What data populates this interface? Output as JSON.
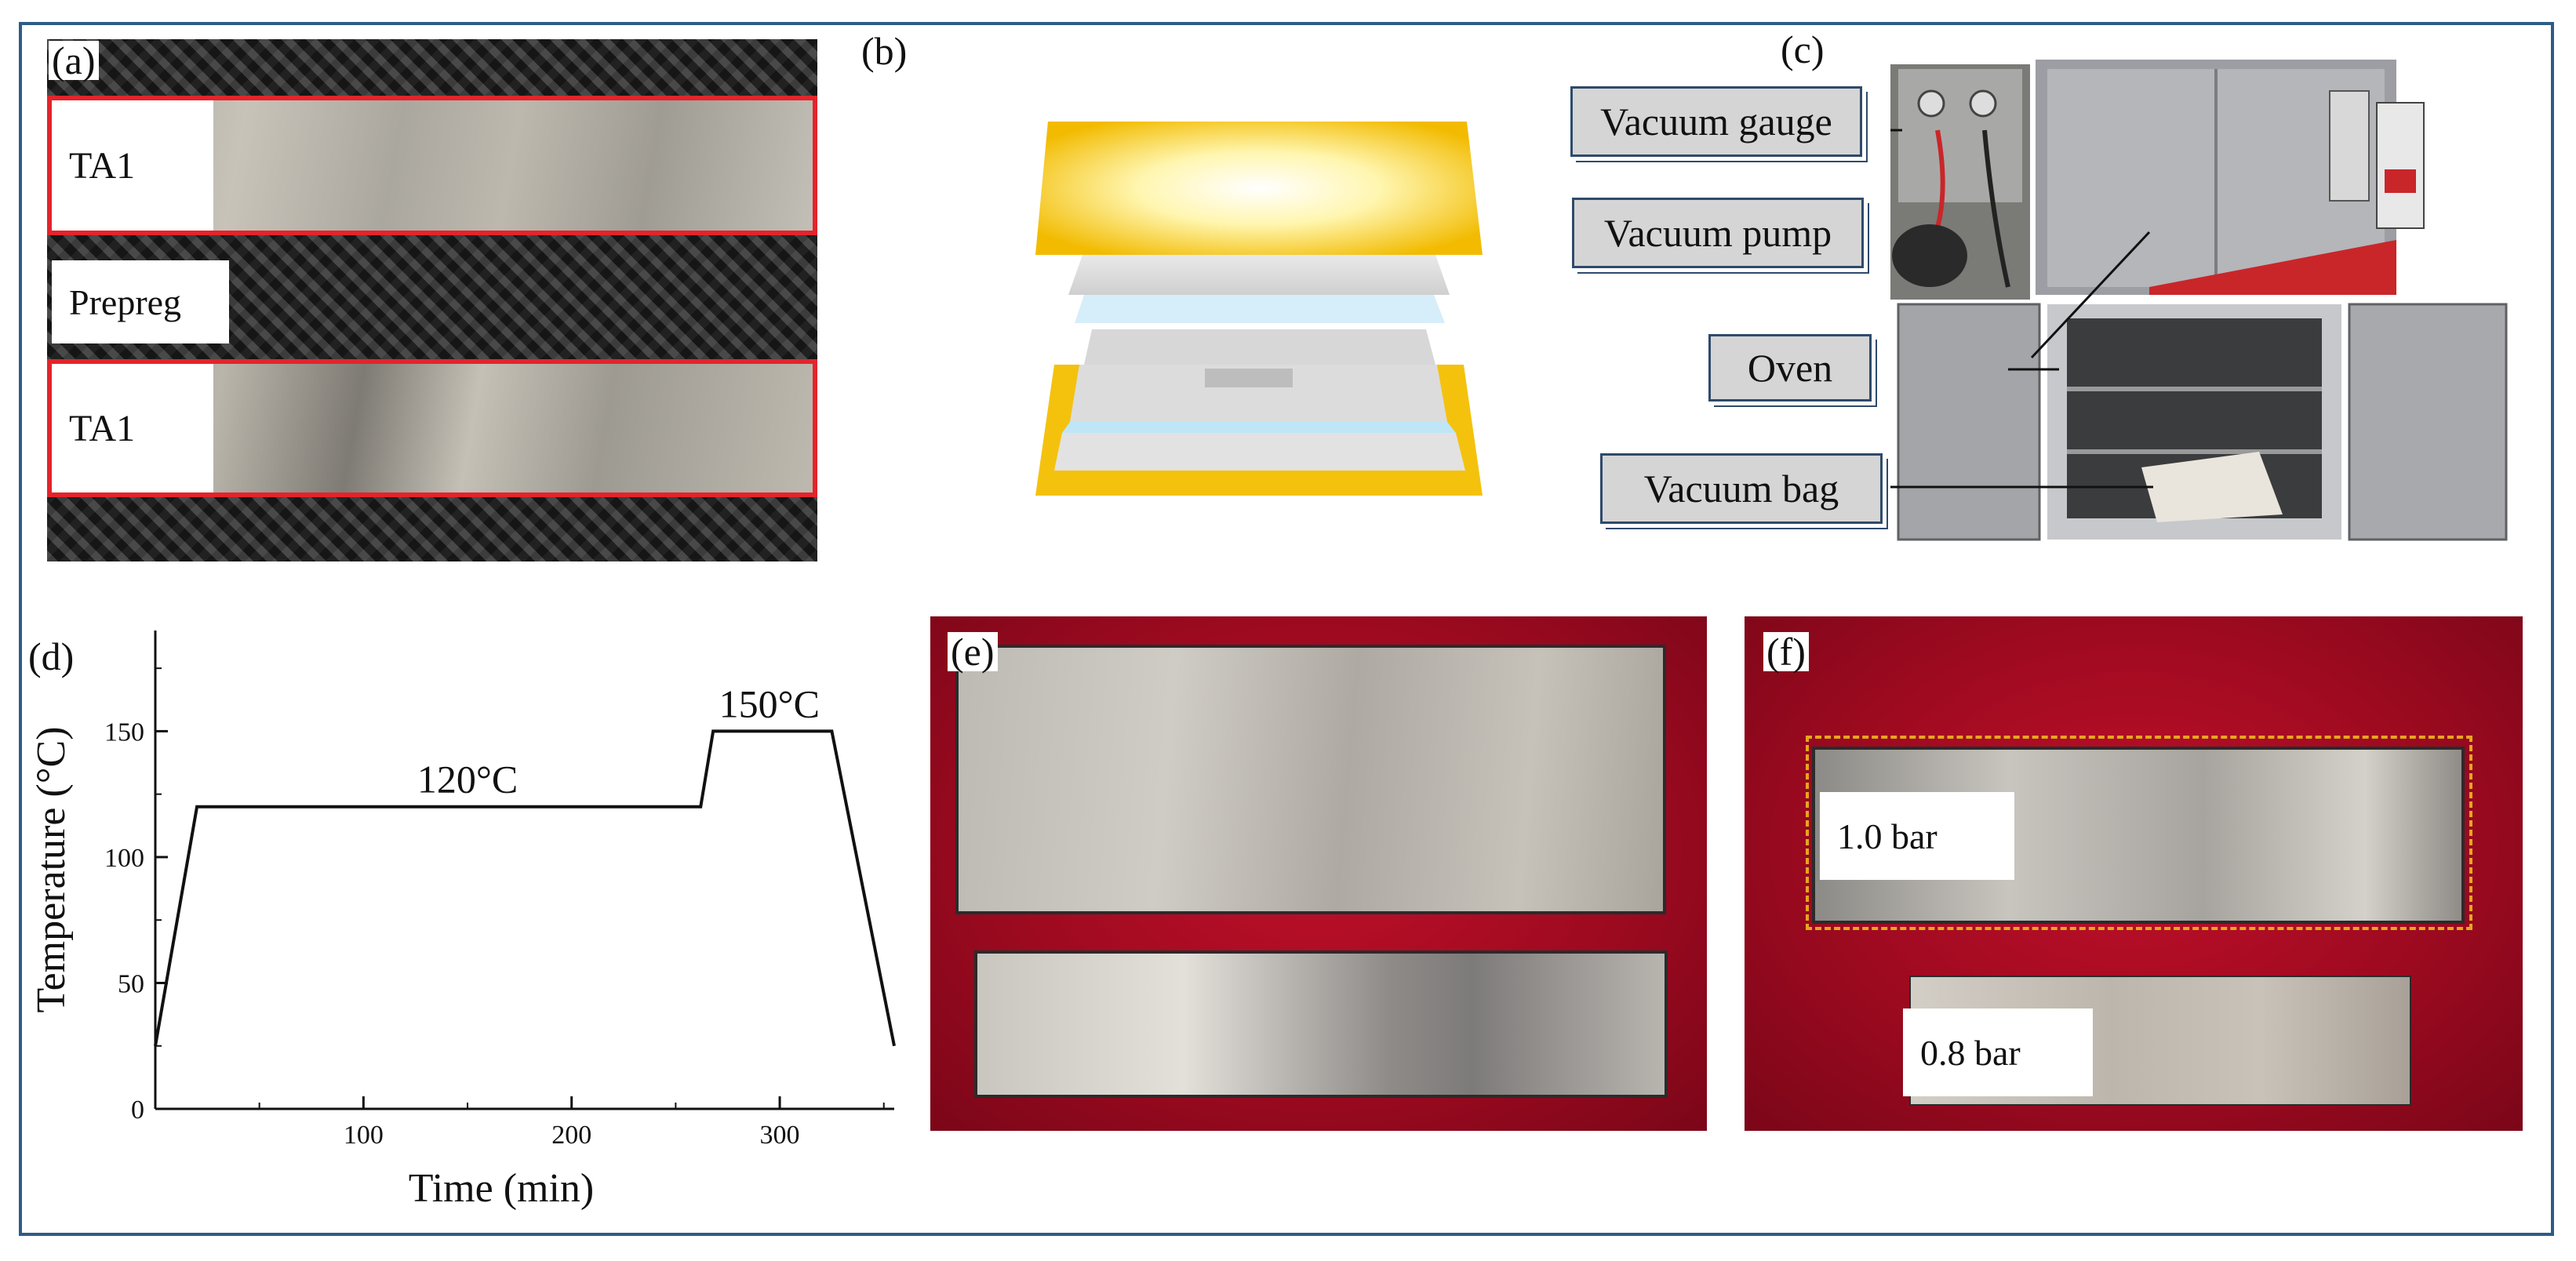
{
  "panels": {
    "a": {
      "label": "(a)",
      "top_strip_label": "TA1",
      "middle_label": "Prepreg",
      "bottom_strip_label": "TA1"
    },
    "b": {
      "label": "(b)"
    },
    "c": {
      "label": "(c)",
      "callouts": {
        "vacuum_gauge": "Vacuum gauge",
        "vacuum_pump": "Vacuum pump",
        "oven": "Oven",
        "vacuum_bag": "Vacuum bag"
      }
    },
    "d": {
      "label": "(d)"
    },
    "e": {
      "label": "(e)"
    },
    "f": {
      "label": "(f)",
      "sample_top": "1.0 bar",
      "sample_bottom": "0.8 bar"
    }
  },
  "chart_data": {
    "type": "line",
    "title": "",
    "xlabel": "Time (min)",
    "ylabel": "Temperature (°C)",
    "xlim": [
      0,
      355
    ],
    "ylim": [
      0,
      190
    ],
    "xticks": [
      100,
      200,
      300
    ],
    "yticks": [
      0,
      50,
      100,
      150
    ],
    "grid": false,
    "series": [
      {
        "x": [
          0,
          20,
          262,
          268,
          325,
          355
        ],
        "y": [
          25,
          120,
          120,
          150,
          150,
          25
        ]
      }
    ],
    "annotations": [
      {
        "text": "120°C",
        "x": 150,
        "y": 120
      },
      {
        "text": "150°C",
        "x": 295,
        "y": 150
      }
    ]
  },
  "colors": {
    "frame": "#2e5b87",
    "highlight_red": "#e3242b",
    "dashed_orange": "#e6a520",
    "background_red": "#a50c22"
  }
}
